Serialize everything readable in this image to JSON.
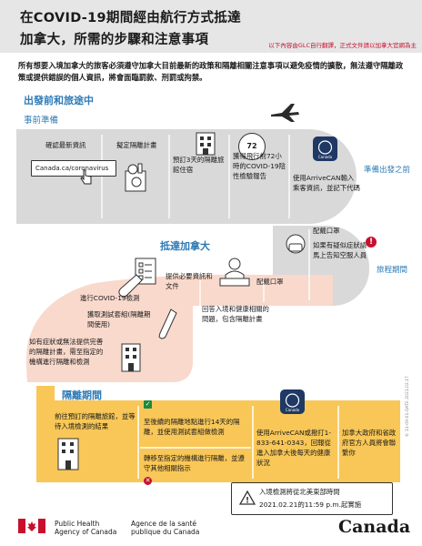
{
  "header": {
    "title_line1": "在COVID-19期間經由航行方式抵達",
    "title_line2": "加拿大，所需的步驟和注意事項",
    "translation_note": "以下內容由GLC自行翻譯，正式文件請以加拿大官網為主"
  },
  "intro": "所有想要入境加拿大的旅客必須遵守加拿大目前最新的政策和隔離相關注意事項以避免疫情的擴散，無法遵守隔離政策或提供錯誤的個人資訊，將會面臨罰款、刑罰或拘禁。",
  "departure": {
    "heading": "出發前和旅途中",
    "subheading": "事前準備",
    "step_news": "確認最新資訊",
    "url": "Canada.ca/coronavirus",
    "step_plan": "擬定隔離計畫",
    "step_hotel": "預訂3天的隔離旅館住宿",
    "step_test": "獲得飛行前72小時的COVID-19陰性檢驗報告",
    "hours_badge": "72",
    "step_arrivecan": "使用ArriveCAN輸入乘客資訊，並記下代碼",
    "arrivecan_logo": "Canada",
    "label_before": "準備出發之前",
    "step_mask": "配戴口罩",
    "step_symptoms": "如果有疑似症狀請馬上告知空服人員",
    "label_during": "旅程期間"
  },
  "arrival": {
    "heading": "抵達加拿大",
    "step_docs": "提供必要資訊和文件",
    "step_mask": "配戴口罩",
    "step_answer": "回答入境和健康相關的問題，包含隔離計畫",
    "step_test": "進行COVID-19檢測",
    "step_kit": "獲取測試套組(隔離期間使用)",
    "step_symptoms": "如有症狀或無法提供完善的隔離計畫，需至指定的機構進行隔離和檢測"
  },
  "quarantine": {
    "heading": "隔離期間",
    "step_go": "前往預訂的隔離旅館，並等待入境檢測的結果",
    "step_negative": "至後續的隔離地點進行14天的隔離，並使用測試套組做檢測",
    "step_positive": "轉移至指定的機構進行隔離，並遵守其他相關指示",
    "step_report": "使用ArriveCAN或撥打1-833-641-0343，回報從進入加拿大後每天的健康狀況",
    "step_gov": "加拿大政府和省政府官方人員將會聯繫你",
    "arrivecan_logo": "Canada"
  },
  "notice": {
    "line1": "入境檢測將從北美東部時間",
    "line2": "2021.02.21的11:59 p.m.起實施"
  },
  "footer": {
    "agency_en_1": "Public Health",
    "agency_en_2": "Agency of Canada",
    "agency_fr_1": "Agence de la santé",
    "agency_fr_2": "publique du Canada",
    "wordmark": "Canada",
    "side_code": "© 11-09-01-DATE 2021.02.17"
  },
  "colors": {
    "gray_band": "#d9d9d9",
    "pink_band": "#f9d9cc",
    "yellow_band": "#f8c757",
    "blue_heading": "#2e7bb5",
    "red": "#c8102e",
    "green": "#1e8a3a",
    "navy": "#1f3864"
  }
}
